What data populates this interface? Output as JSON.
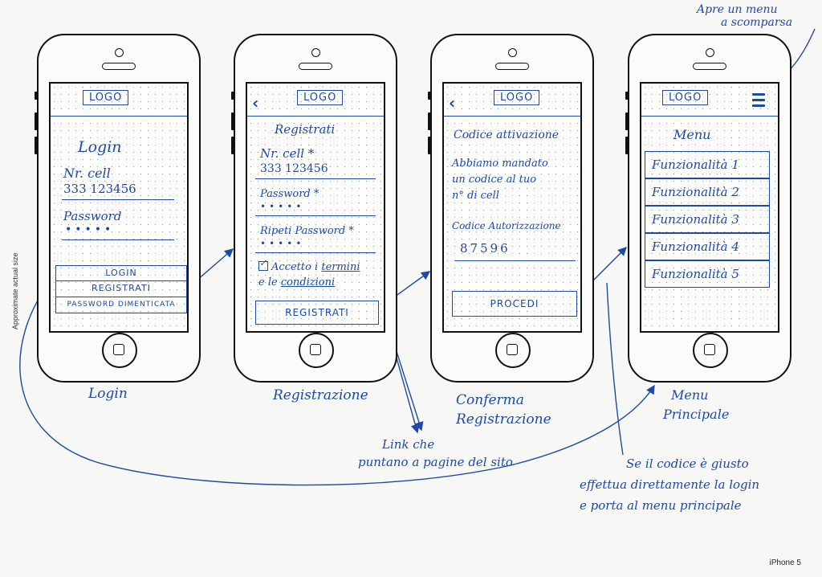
{
  "brand_color": "#1d4aa6",
  "side_note": "Approximate actual size",
  "device_label": "iPhone 5",
  "screens": {
    "login": {
      "caption": "Login",
      "logo": "LOGO",
      "title": "Login",
      "phone_label": "Nr. cell",
      "phone_value": "333 123456",
      "password_label": "Password",
      "password_value": "•••••",
      "buttons": [
        "LOGIN",
        "REGISTRATI",
        "PASSWORD DIMENTICATA"
      ]
    },
    "register": {
      "caption": "Registrazione",
      "logo": "LOGO",
      "back_icon": "chevron-left-icon",
      "title": "Registrati",
      "phone_label": "Nr. cell *",
      "phone_value": "333 123456",
      "password_label": "Password *",
      "password_value": "•••••",
      "repeat_label": "Ripeti Password *",
      "repeat_value": "•••••",
      "terms_line1_prefix": "Accetto i ",
      "terms_link1": "termini",
      "terms_line2_prefix": "e le ",
      "terms_link2": "condizioni",
      "button": "REGISTRATI"
    },
    "confirm": {
      "caption_line1": "Conferma",
      "caption_line2": "Registrazione",
      "logo": "LOGO",
      "back_icon": "chevron-left-icon",
      "title": "Codice attivazione",
      "msg_line1": "Abbiamo mandato",
      "msg_line2": "un codice al tuo",
      "msg_line3": "n° di cell",
      "code_label": "Codice Autorizzazione",
      "code_value": "87596",
      "button": "PROCEDI"
    },
    "menu": {
      "caption_line1": "Menu",
      "caption_line2": "Principale",
      "logo": "LOGO",
      "menu_icon": "hamburger-icon",
      "title": "Menu",
      "items": [
        "Funzionalità 1",
        "Funzionalità 2",
        "Funzionalità 3",
        "Funzionalità 4",
        "Funzionalità 5"
      ]
    }
  },
  "annotations": {
    "hamburger_note_line1": "Apre un menu",
    "hamburger_note_line2": "a scomparsa",
    "links_note_line1": "Link che",
    "links_note_line2": "puntano a pagine del sito",
    "code_note_line1": "Se il codice è giusto",
    "code_note_line2": "effettua direttamente la login",
    "code_note_line3": "e porta al menu principale"
  }
}
